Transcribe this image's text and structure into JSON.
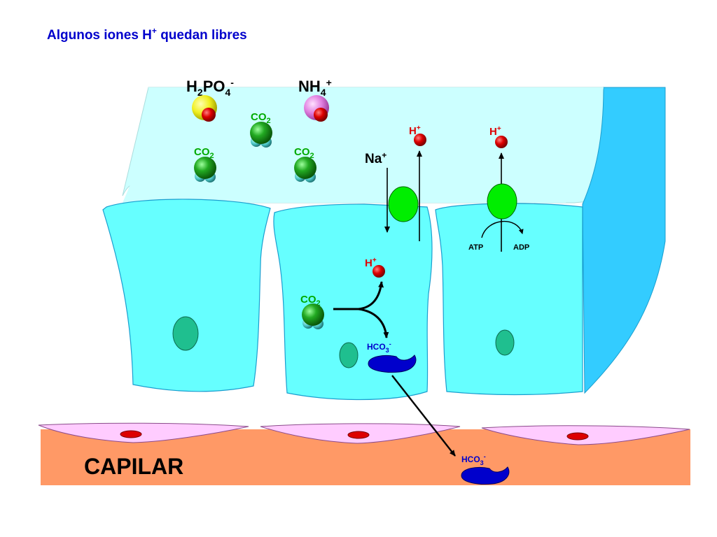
{
  "title": {
    "text": "Algunos iones H",
    "sup": "+",
    "rest": " quedan libres"
  },
  "lumen": {
    "phosphate": {
      "a": "H",
      "b": "2",
      "c": "PO",
      "d": "4",
      "e": "-"
    },
    "ammonium": {
      "a": "NH",
      "b": "4",
      "c": "+"
    }
  },
  "co2": {
    "a": "CO",
    "b": "2"
  },
  "na": {
    "a": "Na",
    "b": "+"
  },
  "h": {
    "a": "H",
    "b": "+"
  },
  "atp": "ATP",
  "adp": "ADP",
  "hco3": {
    "a": "HCO",
    "b": "3",
    "c": "-"
  },
  "capillary_label": "CAPILAR",
  "colors": {
    "lumen": "#ccffff",
    "lumen_wall": "#33ccff",
    "cell": "#66ffff",
    "nucleus": "#1fbf8f",
    "capillary": "#ff9966",
    "endothelium": "#ffccff",
    "hydrogen": "#dd0000",
    "co2": "#22aa22",
    "carrier": "#00ee00",
    "bicarbonate": "#0000cc",
    "title": "#0000cc"
  }
}
